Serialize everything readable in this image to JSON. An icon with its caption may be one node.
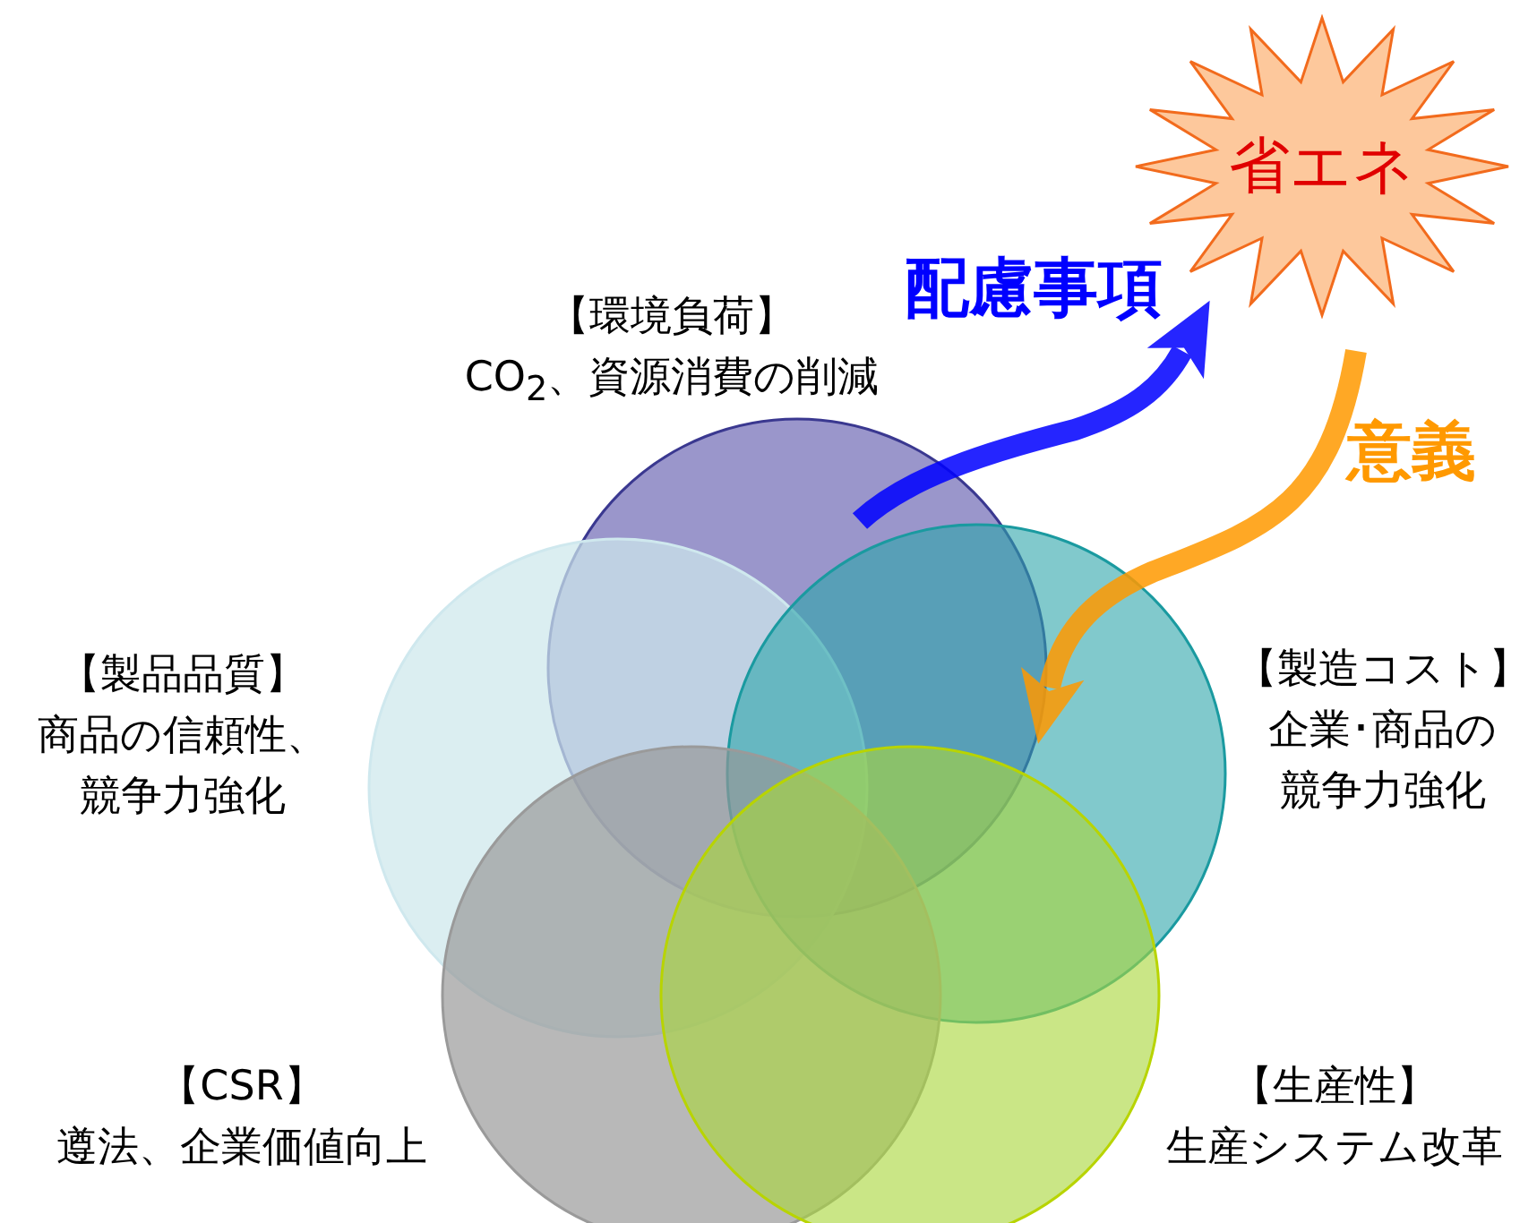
{
  "diagram": {
    "nodes": [
      {
        "text": [
          "省エネ"
        ]
      },
      {
        "text": [
          "【環境負荷】",
          "CO$_{2}$、資源消費の削減"
        ]
      },
      {
        "text": [
          "【製品品質】",
          "商品の信頼性、競争力強化"
        ]
      },
      {
        "text": [
          "【製造コスト】",
          "企業･商品の競争力強化"
        ]
      },
      {
        "text": [
          "【CSR】",
          "遵法、企業価値向上"
        ]
      },
      {
        "text": [
          "【生産性】",
          "生産システム改革"
        ]
      }
    ],
    "edges": [
      {
        "from": 1,
        "to": 0,
        "arrow": "to",
        "label": "配慮事項",
        "color": "#0000ff"
      },
      {
        "from": 0,
        "to": 3,
        "arrow": "to",
        "label": "意義",
        "color": "#ff9900"
      }
    ]
  }
}
